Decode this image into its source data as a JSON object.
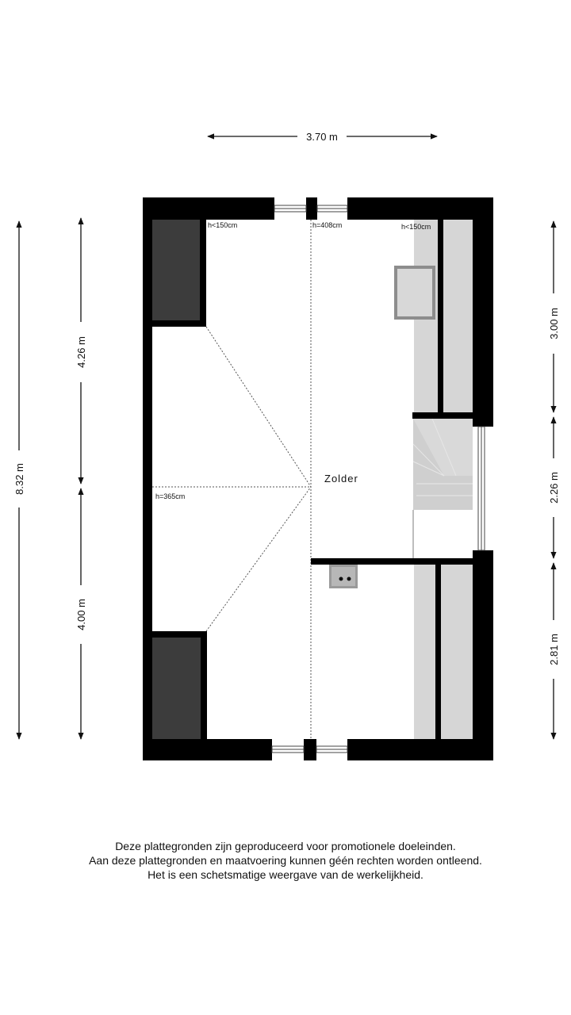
{
  "dimensions": {
    "top_width": "3.70 m",
    "left_total": "8.32 m",
    "left_upper": "4.26 m",
    "left_lower": "4.00 m",
    "right_upper": "3.00 m",
    "right_middle": "2.26 m",
    "right_lower": "2.81 m"
  },
  "heights": {
    "top_left": "h<150cm",
    "top_center": "h=408cm",
    "top_right": "h<150cm",
    "mid_left": "h=365cm"
  },
  "room": {
    "label": "Zolder"
  },
  "disclaimer": {
    "line1": "Deze plattegronden zijn geproduceerd voor promotionele doeleinden.",
    "line2": "Aan deze plattegronden en maatvoering kunnen géén rechten worden ontleend.",
    "line3": "Het is een schetsmatige weergave van de werkelijkheid."
  },
  "colors": {
    "wall": "#000000",
    "dark_fill": "#3c3c3c",
    "light_fill": "#d6d6d6"
  }
}
